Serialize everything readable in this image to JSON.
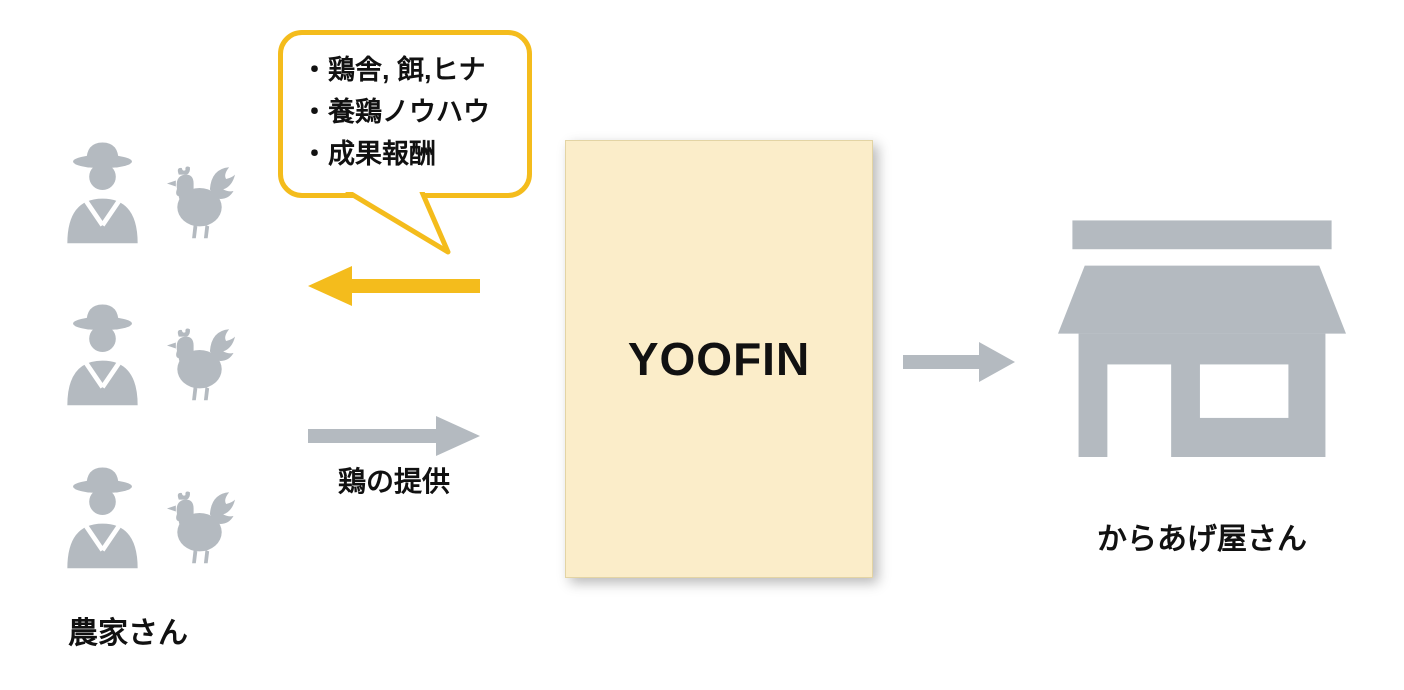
{
  "diagram": {
    "bubble": {
      "lines": [
        "・鶏舎, 餌,ヒナ",
        "・養鶏ノウハウ",
        "・成果報酬"
      ]
    },
    "yoofin_label": "YOOFIN",
    "farmers_label": "農家さん",
    "supply_label": "鶏の提供",
    "shop_label": "からあげ屋さん",
    "colors": {
      "accent_yellow": "#F4BC1C",
      "box_fill": "#FBEDC9",
      "box_border": "#E3D4A4",
      "icon_gray": "#B4BAC0",
      "text_black": "#111111"
    }
  }
}
